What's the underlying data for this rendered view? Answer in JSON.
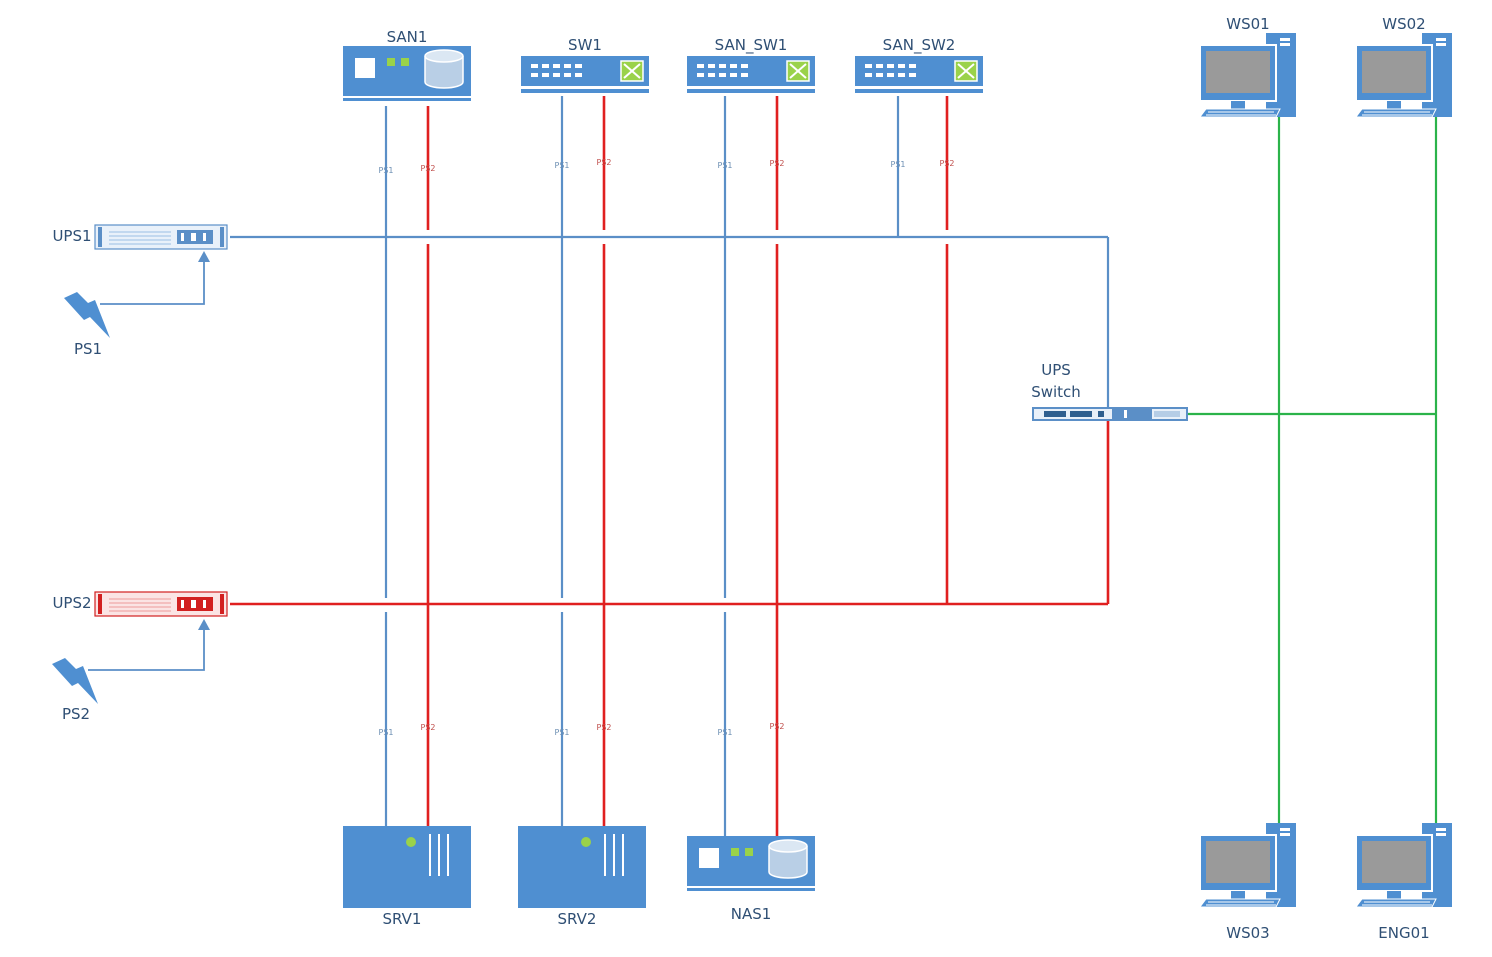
{
  "colors": {
    "power_feed_1": "#5b8fc7",
    "power_feed_2": "#e02020",
    "network": "#2bb34a",
    "device_fill": "#4f8fd1",
    "label_text": "#2f4f74"
  },
  "ups_units": {
    "ups1": {
      "label": "UPS1",
      "source_label": "PS1"
    },
    "ups2": {
      "label": "UPS2",
      "source_label": "PS2"
    }
  },
  "top_devices": {
    "san1": {
      "label": "SAN1",
      "icon": "storage-array-icon"
    },
    "sw1": {
      "label": "SW1",
      "icon": "network-switch-icon"
    },
    "san_sw1": {
      "label": "SAN_SW1",
      "icon": "network-switch-icon"
    },
    "san_sw2": {
      "label": "SAN_SW2",
      "icon": "network-switch-icon"
    }
  },
  "bottom_devices": {
    "srv1": {
      "label": "SRV1",
      "icon": "server-icon"
    },
    "srv2": {
      "label": "SRV2",
      "icon": "server-icon"
    },
    "nas1": {
      "label": "NAS1",
      "icon": "storage-array-icon"
    }
  },
  "ups_switch": {
    "label_line1": "UPS",
    "label_line2": "Switch",
    "icon": "rack-switch-icon"
  },
  "workstations": {
    "ws01": {
      "label": "WS01",
      "icon": "workstation-icon"
    },
    "ws02": {
      "label": "WS02",
      "icon": "workstation-icon"
    },
    "ws03": {
      "label": "WS03",
      "icon": "workstation-icon"
    },
    "eng01": {
      "label": "ENG01",
      "icon": "workstation-icon"
    }
  },
  "port_labels": {
    "ps1": "PS1",
    "ps2": "PS2"
  }
}
